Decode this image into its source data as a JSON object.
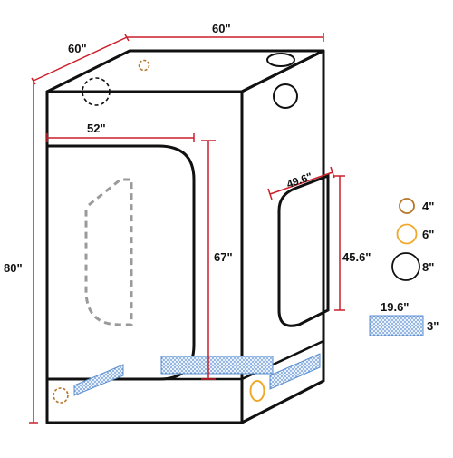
{
  "dimensions": {
    "depth_label": "60\"",
    "width_label": "60\"",
    "height_label": "80\"",
    "door_width_label": "52\"",
    "door_height_label": "67\"",
    "window_width_label": "49.6\"",
    "window_height_label": "45.6\"",
    "vent_width_label": "19.6\"",
    "vent_height_label": "3\""
  },
  "legend": {
    "ports": [
      {
        "label": "4\"",
        "color": "#b8762a"
      },
      {
        "label": "6\"",
        "color": "#f0a82a"
      },
      {
        "label": "8\"",
        "color": "#111111"
      }
    ]
  },
  "colors": {
    "outline": "#111111",
    "dimension": "#cc1f2a",
    "hidden_edge": "#aaaaaa",
    "vent_mesh": "#5b8fd0"
  }
}
